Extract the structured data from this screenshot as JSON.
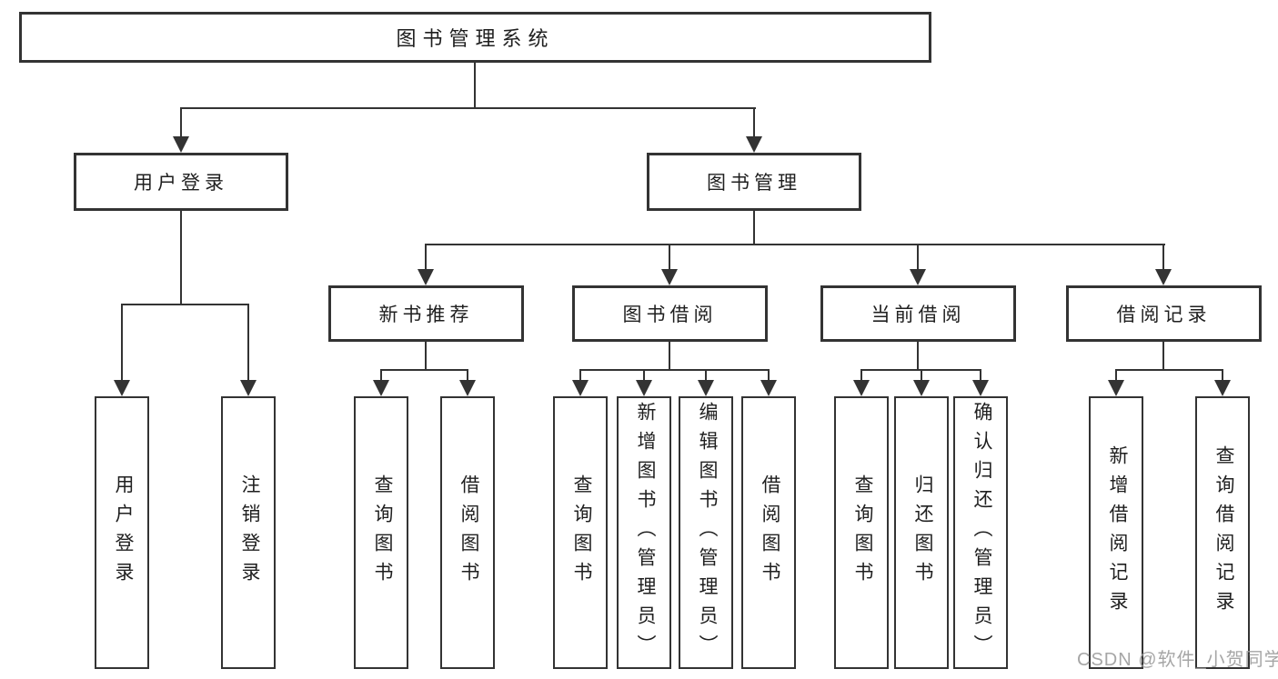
{
  "nodes": {
    "root": "图书管理系统",
    "l2": [
      "用户登录",
      "图书管理"
    ],
    "l3": [
      "新书推荐",
      "图书借阅",
      "当前借阅",
      "借阅记录"
    ],
    "leaves": {
      "user_login": [
        "用户登录",
        "注销登录"
      ],
      "new_books": [
        "查询图书",
        "借阅图书"
      ],
      "book_borrow": [
        "查询图书",
        "新增图书（管理员）",
        "编辑图书（管理员）",
        "借阅图书"
      ],
      "current_borrow": [
        "查询图书",
        "归还图书",
        "确认归还（管理员）"
      ],
      "borrow_records": [
        "新增借阅记录",
        "查询借阅记录"
      ]
    }
  },
  "watermark": "CSDN @软件_小贺同学",
  "colors": {
    "line": "#333333",
    "box_background": "#ffffff",
    "text": "#1f1f1f",
    "watermark": "#9e9e9e"
  }
}
